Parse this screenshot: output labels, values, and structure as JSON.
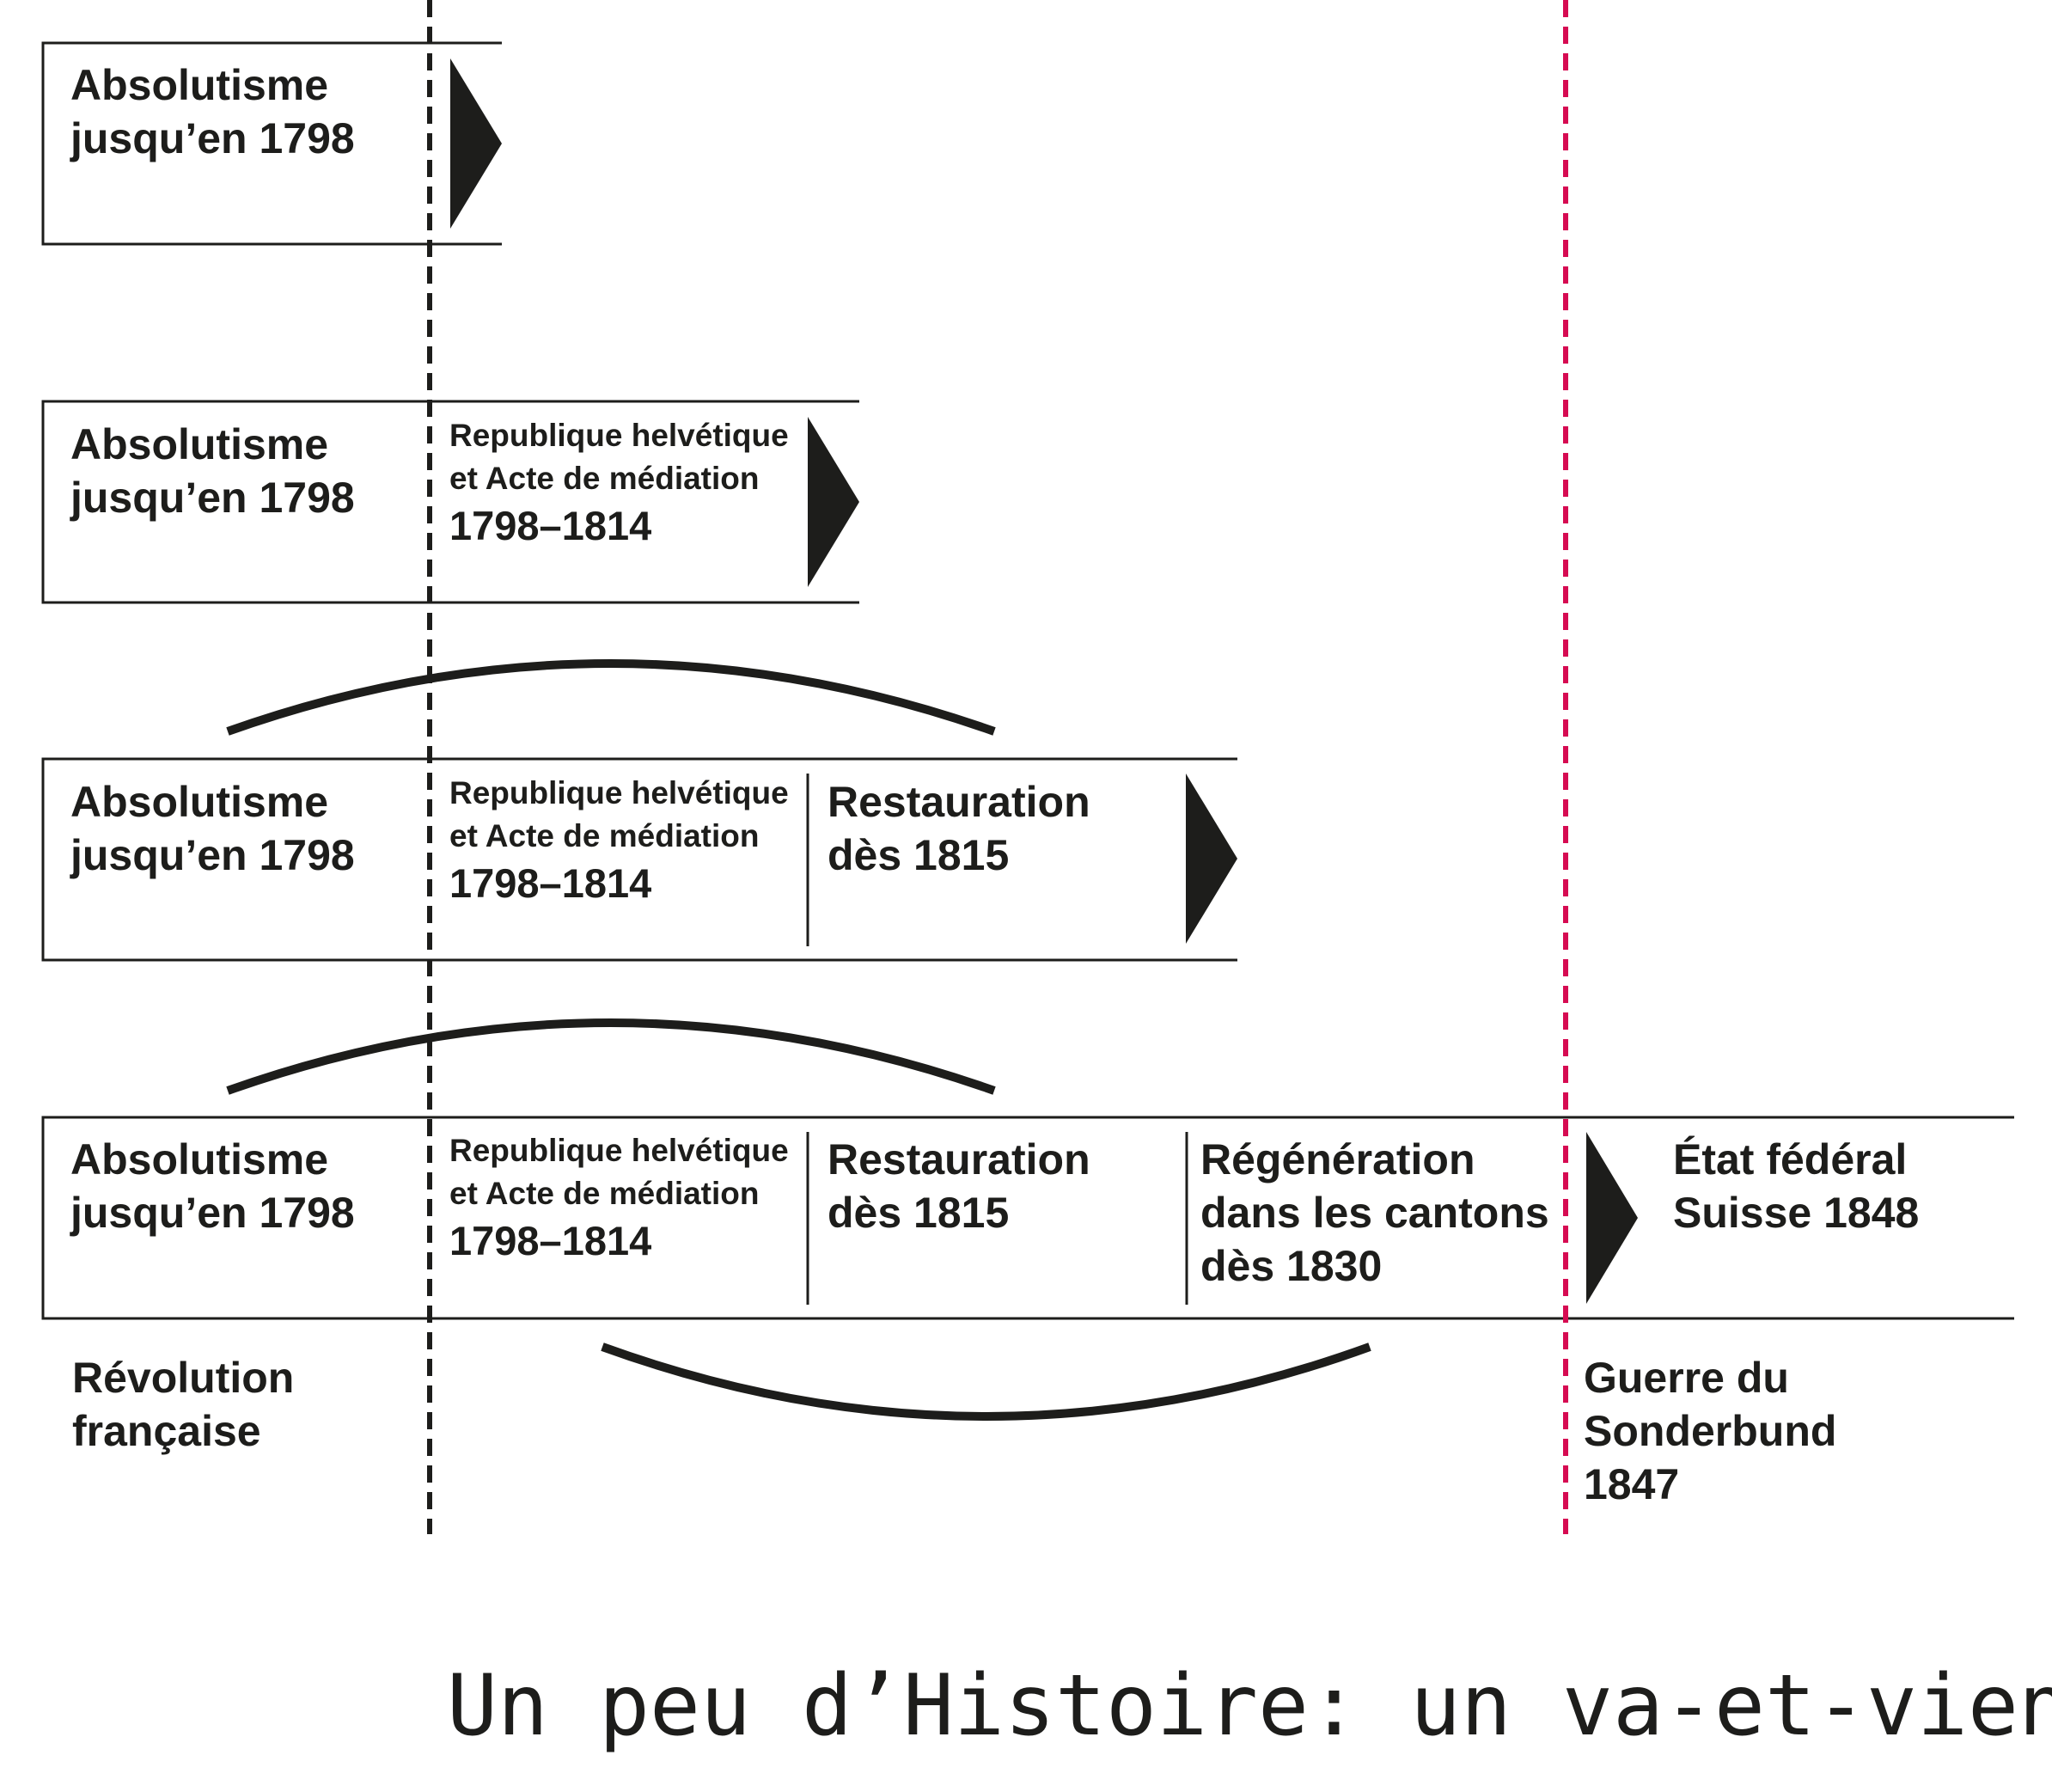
{
  "colors": {
    "ink": "#1d1d1b",
    "accent_line": "#d60b52",
    "background": "#ffffff"
  },
  "periods": {
    "absolutisme": [
      "Absolutisme",
      "jusqu’en 1798"
    ],
    "republique": [
      "Republique helvétique",
      "et Acte de médiation",
      "1798–1814"
    ],
    "restauration": [
      "Restauration",
      "dès 1815"
    ],
    "regeneration": [
      "Régénération",
      "dans les cantons",
      "dès 1830"
    ],
    "etat_federal": [
      "État fédéral",
      "Suisse 1848"
    ]
  },
  "events": {
    "revolution": [
      "Révolution",
      "française"
    ],
    "sonderbund": [
      "Guerre du",
      "Sonderbund",
      "1847"
    ]
  },
  "icons": {
    "arrow": "play-triangle-icon",
    "swing": "arc-swing-icon"
  },
  "title": "Un peu d’Histoire: un va-et-vient"
}
